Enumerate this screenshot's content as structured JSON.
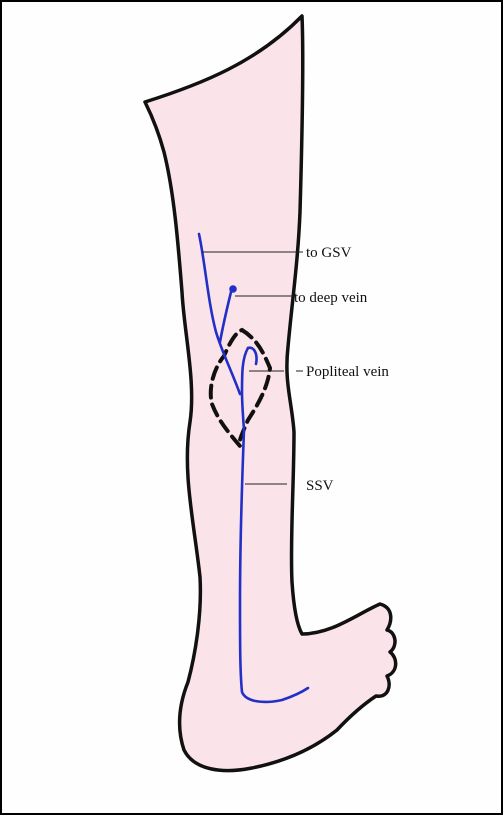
{
  "labels": {
    "gsv": "to GSV",
    "deep_vein": "to deep vein",
    "popliteal_vein": "Popliteal vein",
    "ssv": "SSV"
  },
  "colors": {
    "skin": "#fbe3ea",
    "outline": "#111111",
    "vein": "#2230c8",
    "leader": "#222222"
  }
}
